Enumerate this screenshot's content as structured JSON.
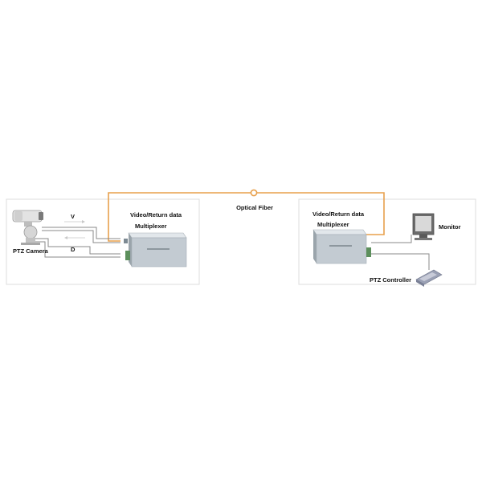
{
  "labels": {
    "optical_fiber": "Optical Fiber",
    "left_mux_line1": "Video/Return data",
    "left_mux_line2": "Multiplexer",
    "right_mux_line1": "Video/Return data",
    "right_mux_line2": "Multiplexer",
    "ptz_camera": "PTZ Camera",
    "video_signal": "V",
    "data_signal": "D",
    "monitor": "Monitor",
    "ptz_controller": "PTZ Controller"
  },
  "colors": {
    "fiber": "#e8a04c",
    "wire": "#8a8a8a",
    "panel_border": "#dcdcdc",
    "device_body": "#c3cbd2",
    "device_top": "#e2e7eb",
    "connector": "#5c8f5c",
    "text": "#111111"
  },
  "icons": {
    "camera": "ptz-camera-icon",
    "monitor": "monitor-icon",
    "controller": "keyboard-controller-icon",
    "transmitter": "transmitter-device-icon",
    "receiver": "receiver-device-icon"
  }
}
